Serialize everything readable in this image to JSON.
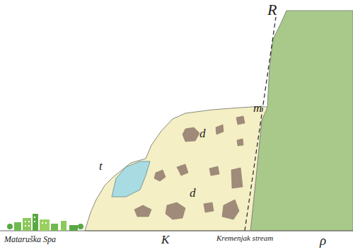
{
  "diagram": {
    "labels": [
      "R",
      "m",
      "d",
      "t",
      "d",
      "Mataruška Spa",
      "K",
      "Kremenjak stream",
      "ρ"
    ]
  }
}
